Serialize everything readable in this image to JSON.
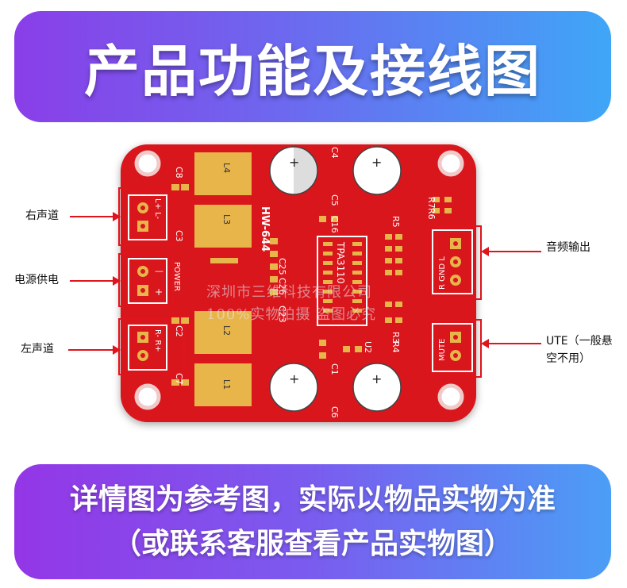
{
  "header": {
    "title": "产品功能及接线图"
  },
  "board": {
    "model": "HW-644",
    "chip": "TPA3110",
    "silk": {
      "power": "POWER",
      "mute": "MUTE",
      "rgl": "R GND L",
      "l_pins": "L+ L-",
      "r_pins": "R- R+",
      "c1": "C1",
      "c2": "C2",
      "c3": "C3",
      "c4": "C4",
      "c5": "C5",
      "c6": "C6",
      "c7": "C7",
      "c8": "C8",
      "c16": "C16",
      "c23": "C23",
      "c25": "C25",
      "c26": "C26",
      "l1": "L1",
      "l2": "L2",
      "l3": "L3",
      "l4": "L4",
      "r3": "R3",
      "r4": "R4",
      "r5": "R5",
      "r6": "R6",
      "r7": "R7",
      "u2": "U2",
      "pwr_minus": "—",
      "pwr_plus": "+",
      "cap_plus": "+"
    },
    "colors": {
      "pcb": "#d8141e",
      "pad": "#e8b54a",
      "silk": "#ffffff"
    }
  },
  "labels": {
    "right_channel": "右声道",
    "power_supply": "电源供电",
    "left_channel": "左声道",
    "audio_output": "音频输出",
    "mute_line1": "UTE（一般悬",
    "mute_line2": "空不用）"
  },
  "watermark": {
    "line1": "深圳市三维科技有限公司",
    "line2": "100%实物拍摄 盗图必究"
  },
  "footer": {
    "line1": "详情图为参考图，实际以物品实物为准",
    "line2": "（或联系客服查看产品实物图）"
  }
}
